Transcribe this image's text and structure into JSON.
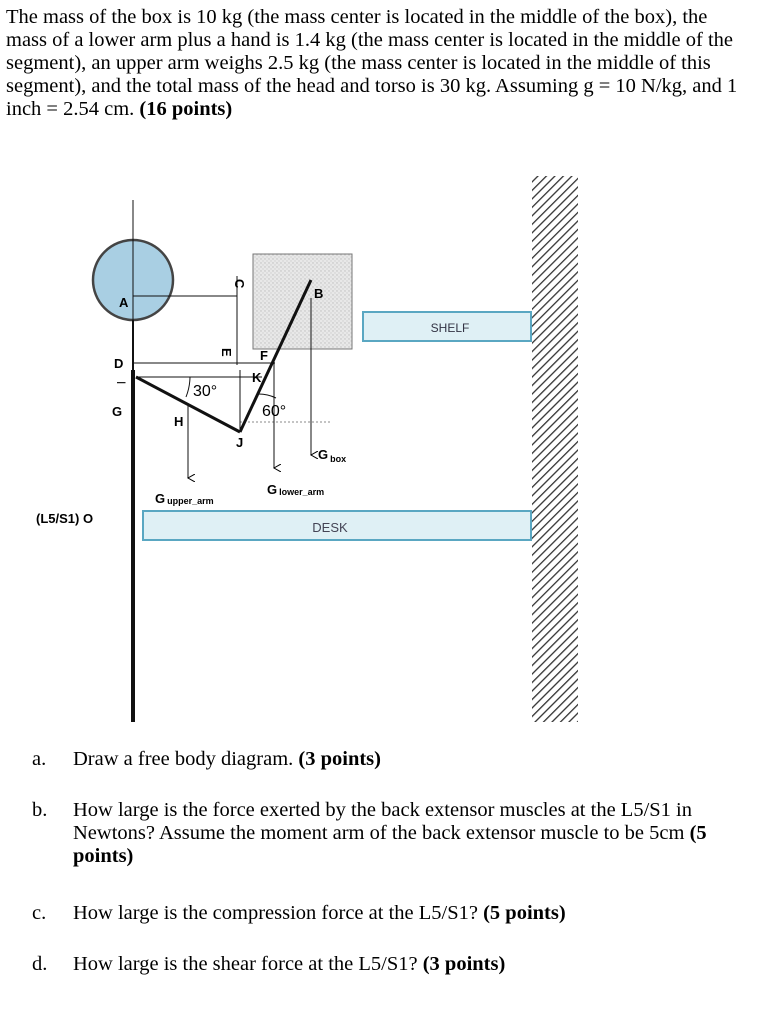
{
  "problem": {
    "intro_text": "The mass of the box is 10 kg (the mass center is located in the middle of the box), the mass of a lower arm plus a hand is 1.4 kg (the mass center is located in the middle of the segment), an upper arm weighs 2.5 kg (the mass center is located in the middle of this segment), and the total mass of the head and torso is 30 kg. Assuming g = 10 N/kg, and 1 inch = 2.54 cm.",
    "intro_points": "(16 points)"
  },
  "diagram": {
    "labels": {
      "A": "A",
      "B": "B",
      "C": "C",
      "D": "D",
      "E": "E",
      "F": "F",
      "G": "G",
      "H": "H",
      "I": "I",
      "J": "J",
      "K": "K"
    },
    "angle_30": "30°",
    "angle_60": "60°",
    "g_box": "G",
    "g_box_sub": "box",
    "g_upper": "G",
    "g_upper_sub": "upper_arm",
    "g_lower": "G",
    "g_lower_sub": "lower_arm",
    "l5s1": "(L5/S1) O",
    "shelf": "SHELF",
    "desk": "DESK",
    "colors": {
      "surface_fill": "#dff0f5",
      "surface_stroke": "#5aa7c2",
      "box_fill": "#e6e6e6"
    }
  },
  "questions": [
    {
      "label": "a.",
      "text": "Draw a free body diagram.",
      "points": "(3 points)"
    },
    {
      "label": "b.",
      "text": "How large is the force exerted by the back extensor muscles at the L5/S1 in Newtons? Assume the moment arm of the back extensor muscle to be 5cm",
      "points": "(5 points)"
    },
    {
      "label": "c.",
      "text": "How large is the compression force at the L5/S1?",
      "points": "(5 points)"
    },
    {
      "label": "d.",
      "text": "How large is the shear force at the L5/S1?",
      "points": "(3 points)"
    }
  ]
}
